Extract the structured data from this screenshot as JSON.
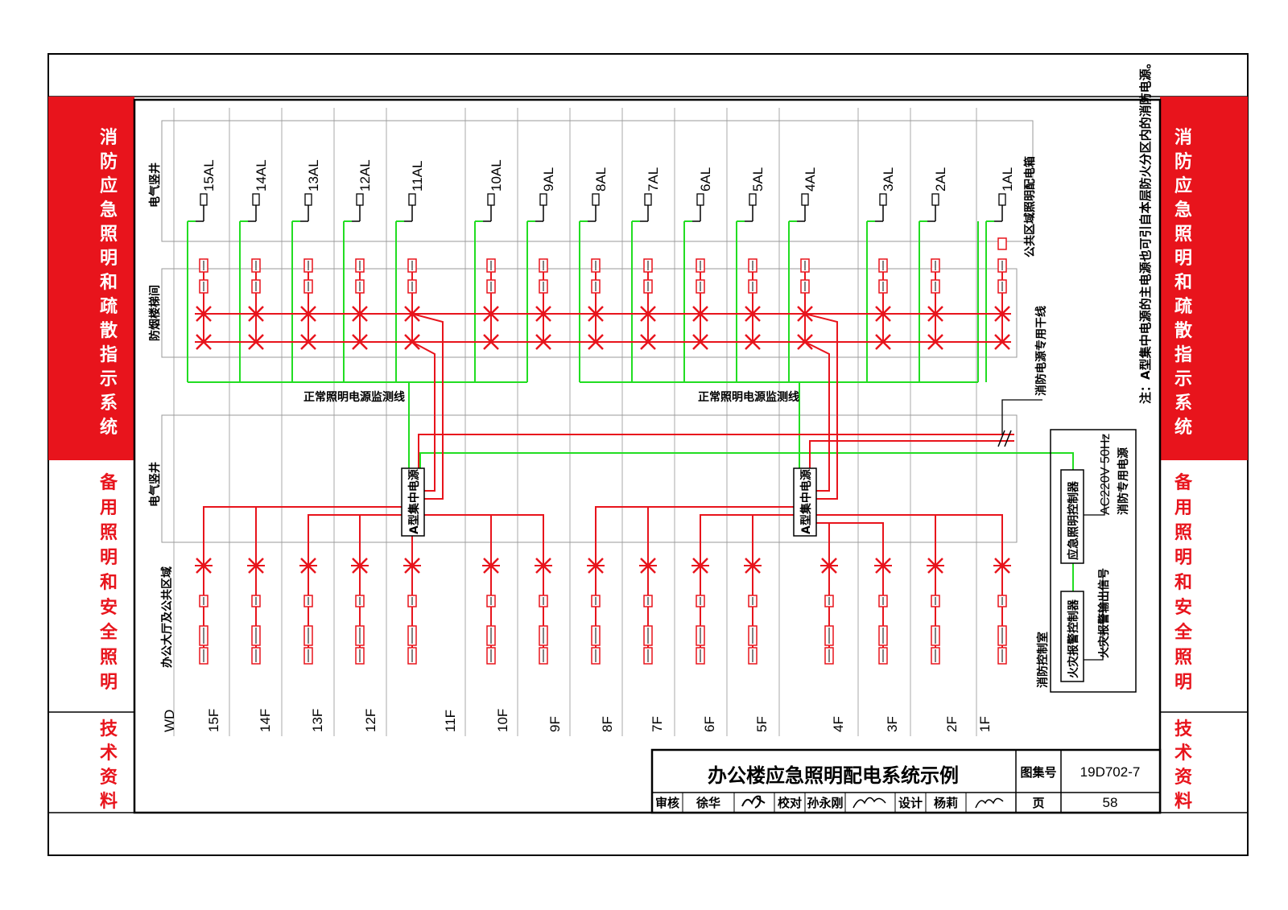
{
  "title": "办公楼应急照明配电系统示例",
  "atlas_label": "图集号",
  "atlas_no": "19D702-7",
  "page_label": "页",
  "page_no": "58",
  "signoff": {
    "review_label": "审核",
    "review_name": "徐华",
    "check_label": "校对",
    "check_name": "孙永刚",
    "design_label": "设计",
    "design_name": "杨莉"
  },
  "side": {
    "red_section": "消防应急照明和疏散指示系统",
    "mid_section": "备用照明和安全照明",
    "bottom_section": "技术资料"
  },
  "rows": {
    "shaft_top": "电气竖井",
    "stair": "防烟楼梯间",
    "shaft_mid": "电气竖井",
    "hall": "办公大厅及公共区域"
  },
  "labels": {
    "monitor_left": "正常照明电源监测线",
    "monitor_right": "正常照明电源监测线",
    "fire_trunk": "消防电源专用干线",
    "public_panel": "公共区域照明配电箱",
    "cps_left": "A型集中电源",
    "cps_right": "A型集中电源",
    "ctrl_emergency": "应急照明控制器",
    "ctrl_fire": "火灾报警控制器",
    "ac_power": "AC220V 50Hz",
    "fire_power": "消防专用电源",
    "alarm_signal": "火灾报警输出信号",
    "control_room": "消防控制室",
    "note": "注：A型集中电源的主电源也可引自本层防火分区内的消防电源。"
  },
  "panels": [
    "15AL",
    "14AL",
    "13AL",
    "12AL",
    "11AL",
    "10AL",
    "9AL",
    "8AL",
    "7AL",
    "6AL",
    "5AL",
    "4AL",
    "3AL",
    "2AL",
    "1AL"
  ],
  "floors": {
    "wd": "WD",
    "items": [
      "15F",
      "14F",
      "13F",
      "12F",
      "11F",
      "10F",
      "9F",
      "8F",
      "7F",
      "6F",
      "5F",
      "4F",
      "3F",
      "2F",
      "1F"
    ]
  },
  "colors": {
    "side_red": "#e8141c",
    "circuit_red": "#e8141c",
    "monitor_green": "#22dd22",
    "frame": "#000000"
  }
}
